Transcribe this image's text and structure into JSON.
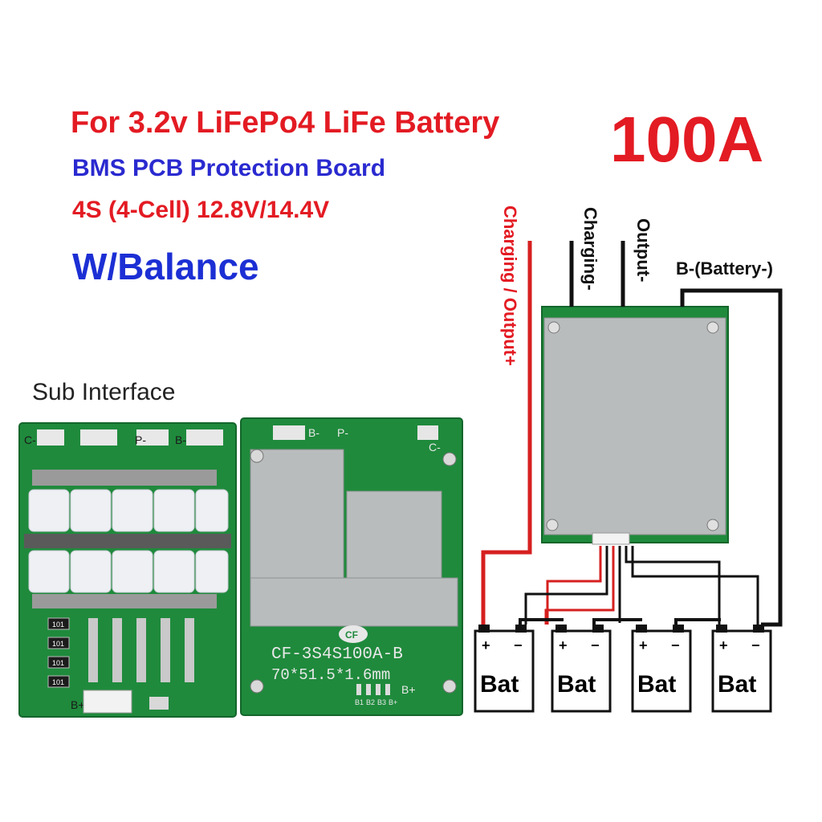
{
  "header": {
    "line1": "For 3.2v LiFePo4 LiFe Battery",
    "line2": "BMS PCB Protection Board",
    "line3": "4S (4-Cell) 12.8V/14.4V",
    "line4": "W/Balance",
    "current_rating": "100A"
  },
  "sub_interface_label": "Sub Interface",
  "board_back": {
    "model_text": "CF-3S4S100A-B",
    "dimension_text": "70*51.5*1.6mm",
    "logo_text": "CF",
    "pin_labels": [
      "B-",
      "P-",
      "C-",
      "B+"
    ],
    "balance_labels": [
      "B1",
      "B2",
      "B3",
      "B+"
    ]
  },
  "board_front": {
    "pad_labels": [
      "C-",
      "P-",
      "B-",
      "B+"
    ],
    "resistor_codes": [
      "101",
      "101",
      "101",
      "101"
    ]
  },
  "wiring": {
    "charging_output_plus": "Charging / Output+",
    "charging_minus": "Charging-",
    "output_minus": "Output-",
    "battery_minus": "B-(Battery-)"
  },
  "batteries": [
    {
      "label": "Bat",
      "plus": "+",
      "minus": "−"
    },
    {
      "label": "Bat",
      "plus": "+",
      "minus": "−"
    },
    {
      "label": "Bat",
      "plus": "+",
      "minus": "−"
    },
    {
      "label": "Bat",
      "plus": "+",
      "minus": "−"
    }
  ],
  "colors": {
    "red_text": "#e31b23",
    "blue_text": "#2a2ad0",
    "pcb_green": "#1f8a3c",
    "wire_red": "#d61f1f",
    "wire_black": "#111111",
    "heatsink": "#b9bcbd"
  }
}
